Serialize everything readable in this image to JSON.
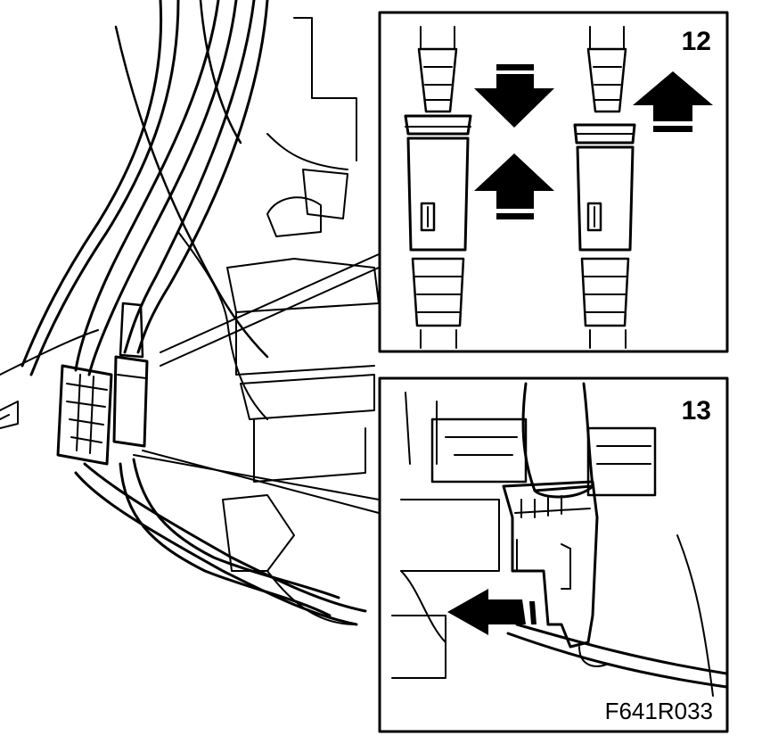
{
  "diagram": {
    "callouts": [
      {
        "id": "step-12",
        "label": "12"
      },
      {
        "id": "step-13",
        "label": "13"
      }
    ],
    "figure_reference": "F641R033",
    "arrow_icons": [
      "arrow-down-icon",
      "arrow-up-icon",
      "arrow-left-icon"
    ],
    "colors": {
      "ink": "#000000",
      "paper": "#ffffff"
    }
  }
}
